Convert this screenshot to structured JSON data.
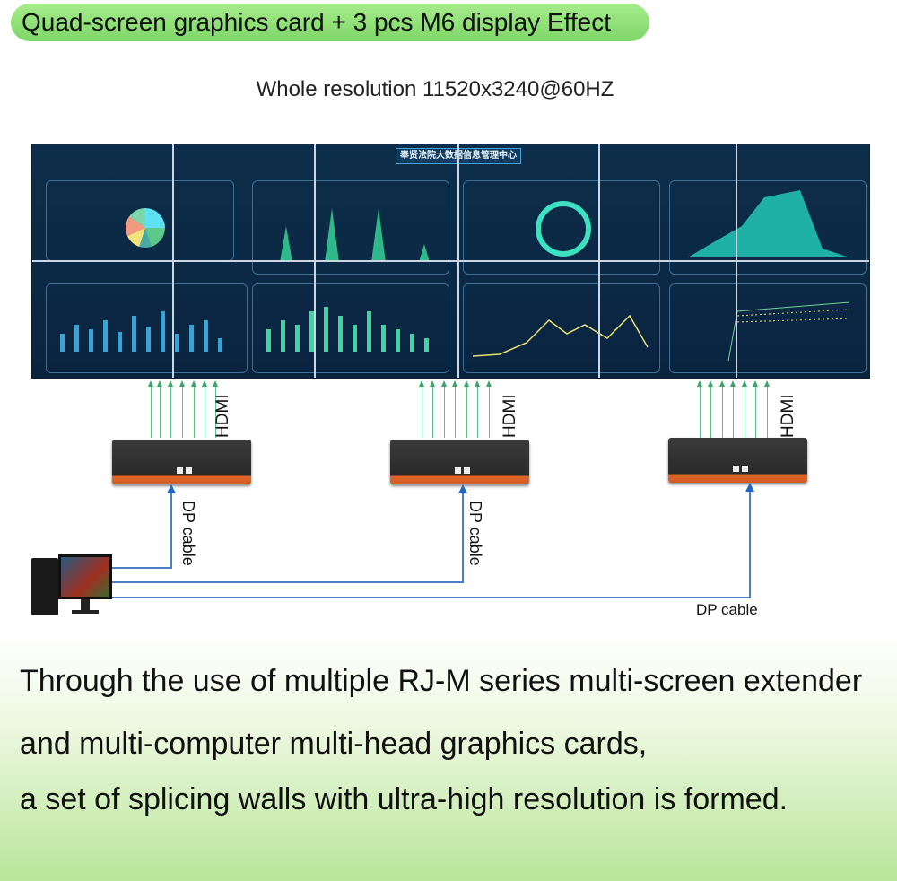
{
  "header": {
    "title": "Quad-screen graphics card + 3 pcs M6 display Effect",
    "resolution": "Whole resolution 11520x3240@60HZ"
  },
  "wall": {
    "title": "奉贤法院大数据信息管理中心"
  },
  "labels": {
    "hdmi": "HDMI",
    "dp_cable": "DP cable"
  },
  "description": {
    "line1": "Through the use of multiple RJ-M series multi-screen extender",
    "line2": "and multi-computer multi-head graphics cards,",
    "line3": "a set of splicing walls with ultra-high resolution is formed."
  },
  "colors": {
    "title_bg": "#8ee07a",
    "wall_bg": "#0d2e4a",
    "arrow": "#3aa56a",
    "cable": "#4a7fc8",
    "extender_accent": "#d35a20"
  }
}
